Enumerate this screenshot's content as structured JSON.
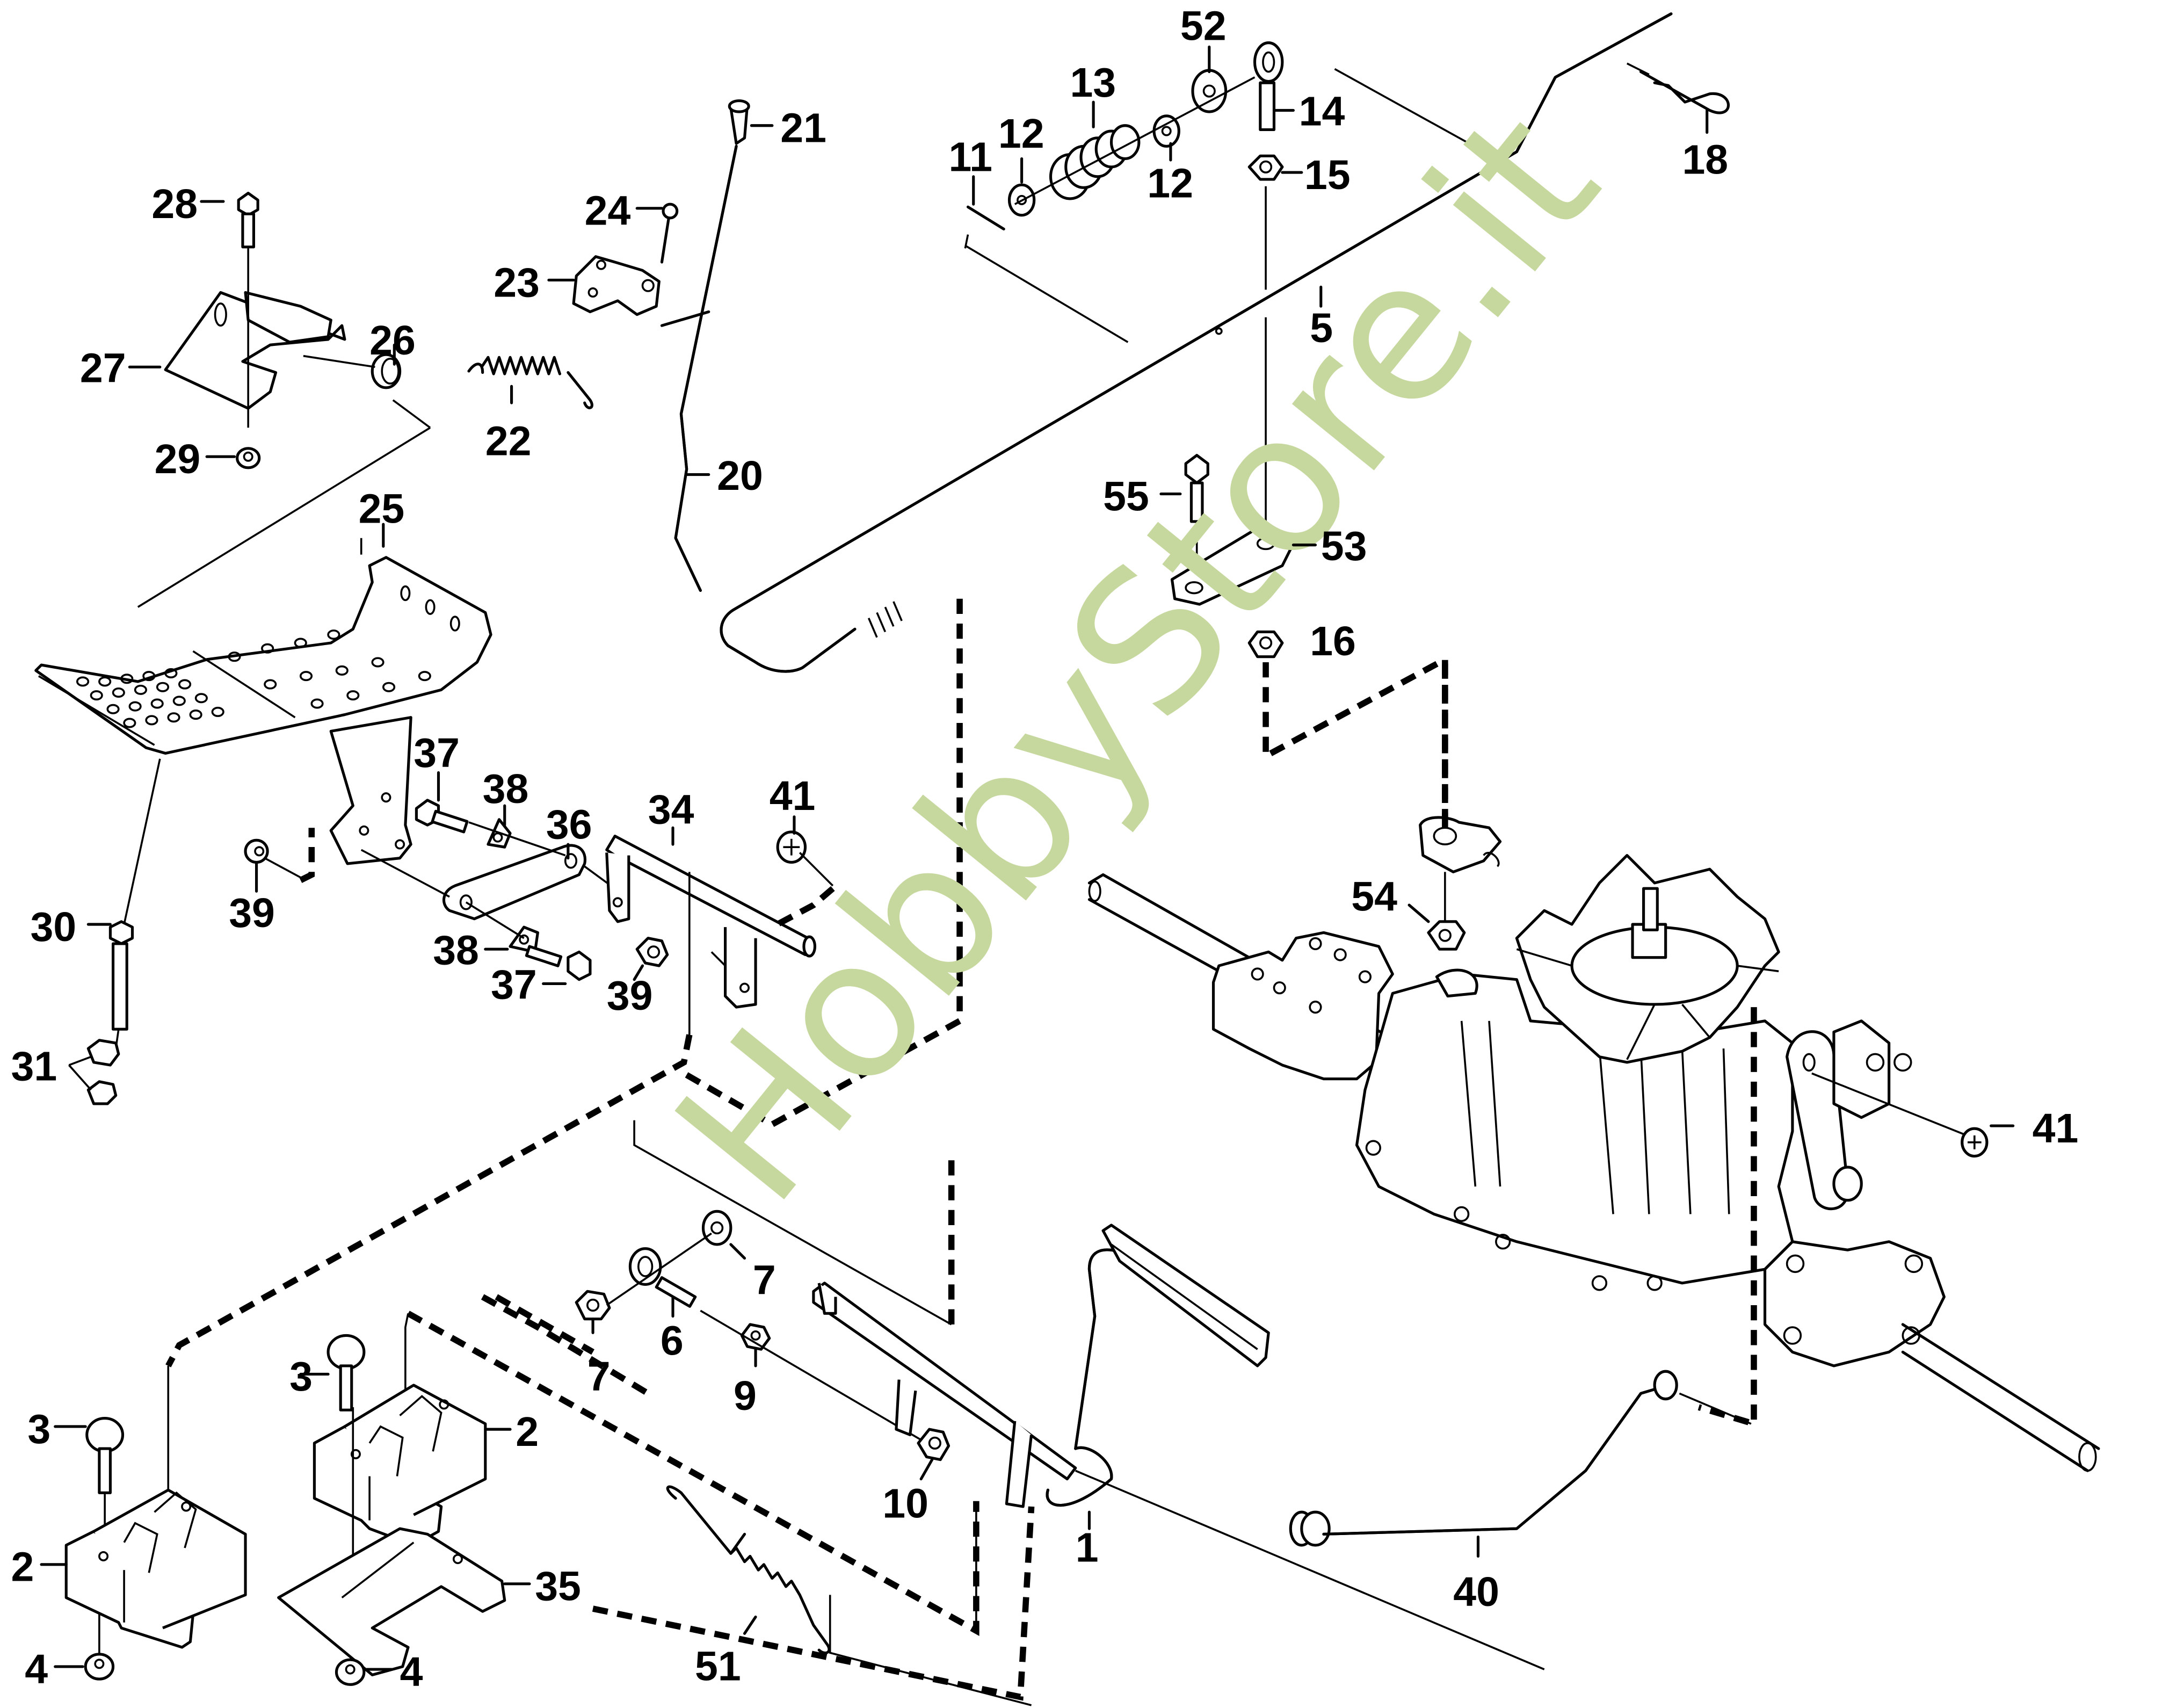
{
  "watermark": {
    "text": "HobbyStore.it",
    "color": "#C6D89E"
  },
  "callouts": [
    {
      "id": "1",
      "part": "pedal-lever"
    },
    {
      "id": "2",
      "part": "mounting-block"
    },
    {
      "id": "3",
      "part": "carriage-bolt"
    },
    {
      "id": "4",
      "part": "flange-nut"
    },
    {
      "id": "5",
      "part": "control-rod"
    },
    {
      "id": "6",
      "part": "eye-bolt"
    },
    {
      "id": "7",
      "part": "nut-washer"
    },
    {
      "id": "9",
      "part": "nut"
    },
    {
      "id": "10",
      "part": "lock-nut"
    },
    {
      "id": "11",
      "part": "pin"
    },
    {
      "id": "12",
      "part": "washer"
    },
    {
      "id": "13",
      "part": "compression-spring"
    },
    {
      "id": "14",
      "part": "eye-bolt"
    },
    {
      "id": "15",
      "part": "nut"
    },
    {
      "id": "16",
      "part": "nut"
    },
    {
      "id": "18",
      "part": "hairpin-clip"
    },
    {
      "id": "20",
      "part": "rod"
    },
    {
      "id": "21",
      "part": "knob"
    },
    {
      "id": "22",
      "part": "tension-spring"
    },
    {
      "id": "23",
      "part": "bracket"
    },
    {
      "id": "24",
      "part": "screw"
    },
    {
      "id": "25",
      "part": "foot-plate"
    },
    {
      "id": "26",
      "part": "bushing"
    },
    {
      "id": "27",
      "part": "bracket"
    },
    {
      "id": "28",
      "part": "bolt"
    },
    {
      "id": "29",
      "part": "nut"
    },
    {
      "id": "30",
      "part": "bolt"
    },
    {
      "id": "31",
      "part": "flange-nut"
    },
    {
      "id": "34",
      "part": "shaft-bracket"
    },
    {
      "id": "35",
      "part": "plate"
    },
    {
      "id": "36",
      "part": "link-plate"
    },
    {
      "id": "37",
      "part": "shoulder-bolt"
    },
    {
      "id": "38",
      "part": "washer"
    },
    {
      "id": "39",
      "part": "nut"
    },
    {
      "id": "40",
      "part": "link-rod"
    },
    {
      "id": "41",
      "part": "push-nut"
    },
    {
      "id": "51",
      "part": "spring"
    },
    {
      "id": "52",
      "part": "bushing"
    },
    {
      "id": "53",
      "part": "plate"
    },
    {
      "id": "54",
      "part": "nut"
    },
    {
      "id": "55",
      "part": "bolt"
    }
  ],
  "labels": {
    "l28": "28",
    "l27": "27",
    "l26": "26",
    "l29": "29",
    "l24": "24",
    "l23": "23",
    "l22": "22",
    "l21": "21",
    "l20": "20",
    "l11": "11",
    "l12a": "12",
    "l13": "13",
    "l12b": "12",
    "l52": "52",
    "l14": "14",
    "l15": "15",
    "l18": "18",
    "l5": "5",
    "l55": "55",
    "l53": "53",
    "l16": "16",
    "l25": "25",
    "l37a": "37",
    "l38a": "38",
    "l36": "36",
    "l34": "34",
    "l41a": "41",
    "l30": "30",
    "l39a": "39",
    "l38b": "38",
    "l37b": "37",
    "l39b": "39",
    "l31": "31",
    "l54": "54",
    "l41b": "41",
    "l3a": "3",
    "l3b": "3",
    "l2a": "2",
    "l2b": "2",
    "l4a": "4",
    "l4b": "4",
    "l35": "35",
    "l7a": "7",
    "l7b": "7",
    "l6": "6",
    "l9": "9",
    "l10": "10",
    "l51": "51",
    "l1": "1",
    "l40": "40"
  }
}
